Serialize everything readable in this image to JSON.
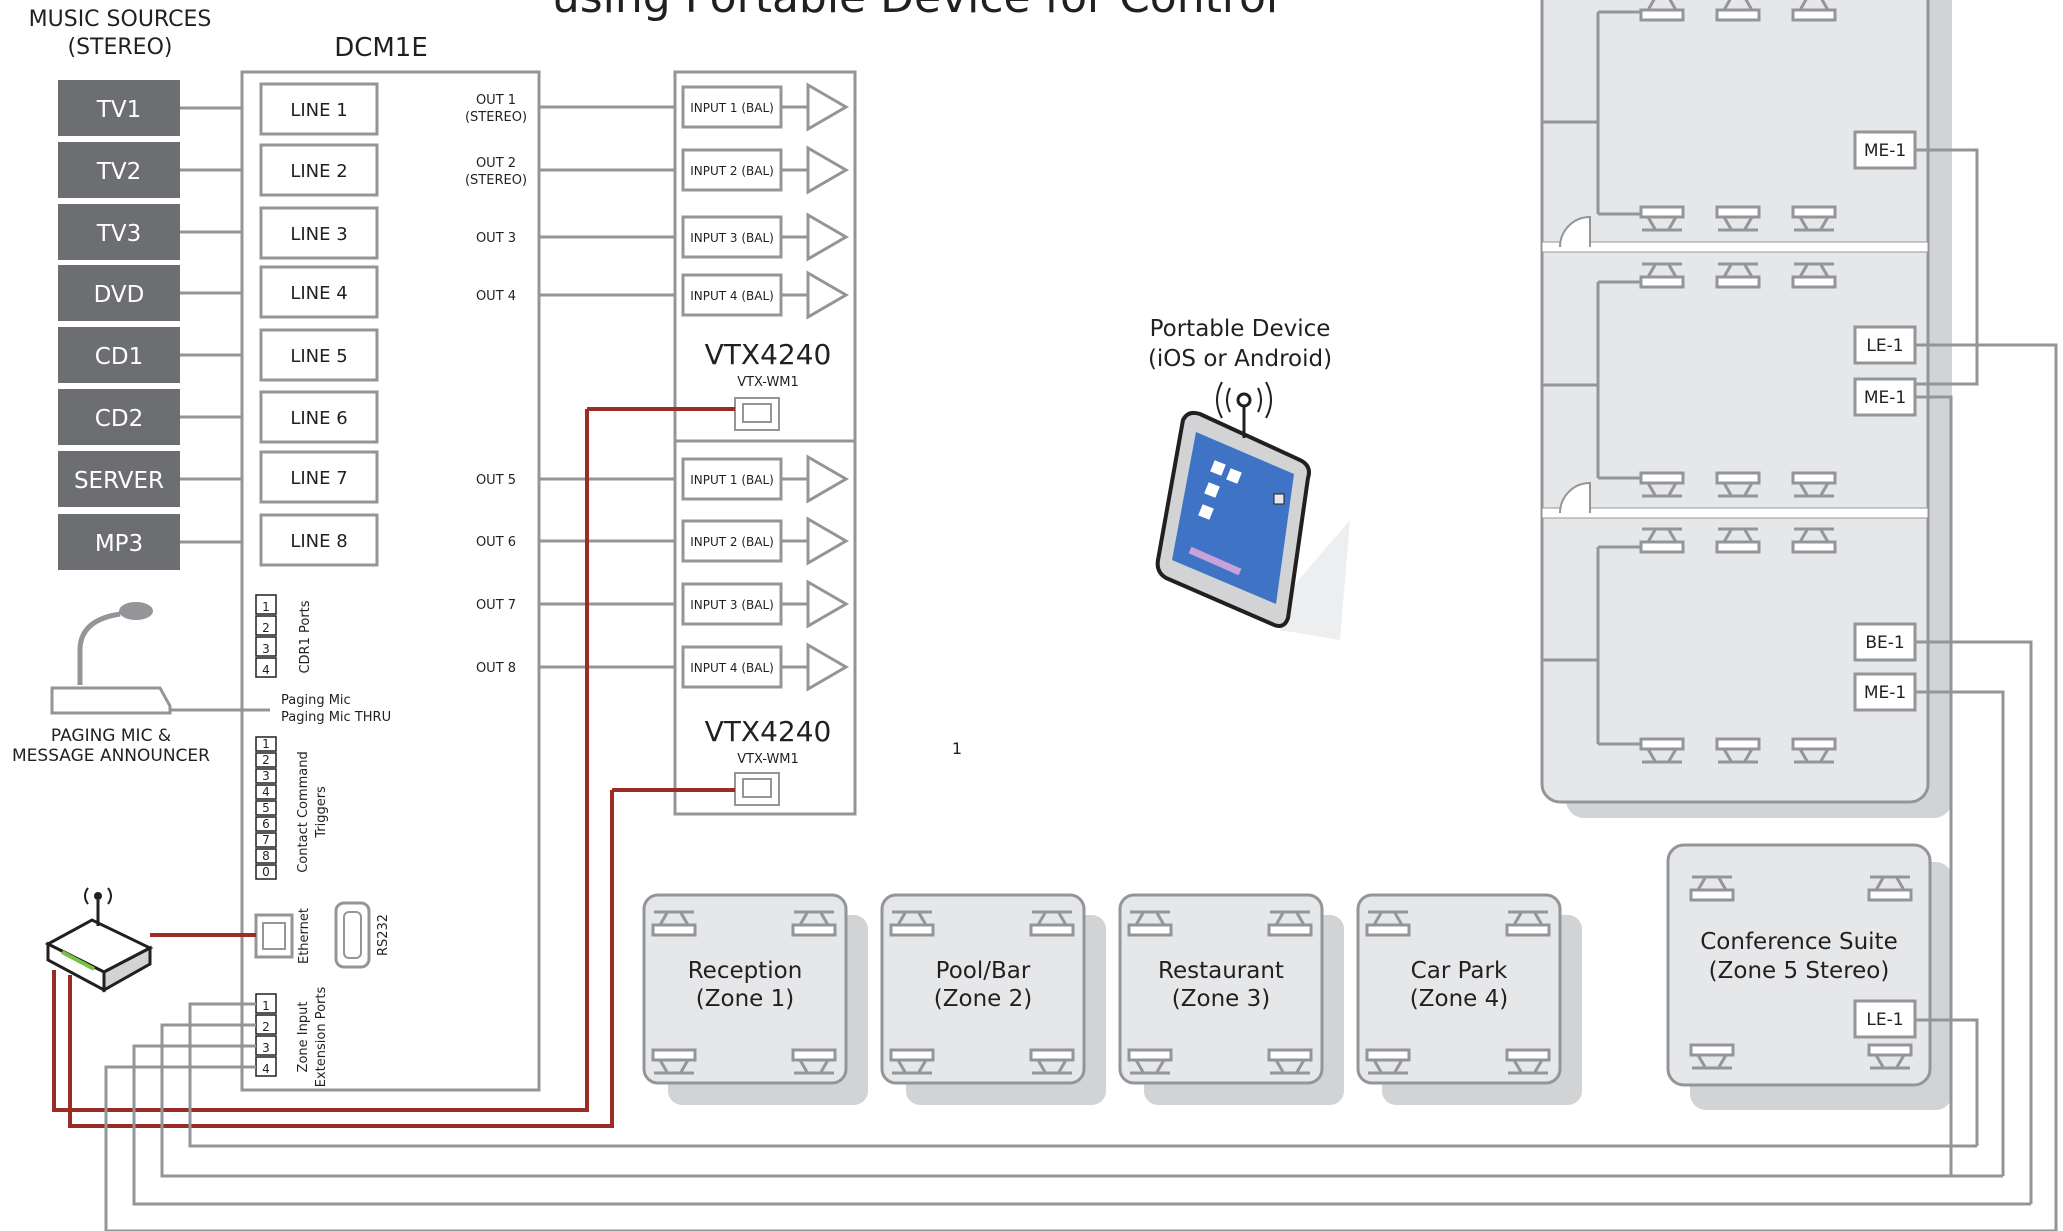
{
  "title": "using Portable Device for Control",
  "music_sources_label": "MUSIC SOURCES",
  "music_sources_sublabel": "(STEREO)",
  "sources": [
    "TV1",
    "TV2",
    "TV3",
    "DVD",
    "CD1",
    "CD2",
    "SERVER",
    "MP3"
  ],
  "dcm": {
    "name": "DCM1E",
    "lines": [
      "LINE 1",
      "LINE 2",
      "LINE 3",
      "LINE 4",
      "LINE 5",
      "LINE 6",
      "LINE 7",
      "LINE 8"
    ],
    "outputs": [
      [
        "OUT 1",
        "(STEREO)"
      ],
      [
        "OUT 2",
        "(STEREO)"
      ],
      [
        "OUT 3"
      ],
      [
        "OUT 4"
      ],
      [
        "OUT 5"
      ],
      [
        "OUT 6"
      ],
      [
        "OUT 7"
      ],
      [
        "OUT 8"
      ]
    ],
    "cdr1_ports_label": "CDR1 Ports",
    "cdr1_ports": [
      "1",
      "2",
      "3",
      "4"
    ],
    "paging_mic_label": "Paging Mic",
    "paging_mic_thru_label": "Paging Mic THRU",
    "contact_triggers_label": [
      "Contact Command",
      "Triggers"
    ],
    "contact_triggers": [
      "1",
      "2",
      "3",
      "4",
      "5",
      "6",
      "7",
      "8",
      "0"
    ],
    "ethernet_label": "Ethernet",
    "rs232_label": "RS232",
    "zone_input_label": [
      "Zone Input",
      "Extension Ports"
    ],
    "zone_inputs": [
      "1",
      "2",
      "3",
      "4"
    ]
  },
  "paging_mic_caption": [
    "PAGING MIC &",
    "MESSAGE ANNOUNCER"
  ],
  "amplifiers": [
    {
      "name": "VTX4240",
      "module": "VTX-WM1",
      "inputs": [
        "INPUT 1 (BAL)",
        "INPUT 2 (BAL)",
        "INPUT 3 (BAL)",
        "INPUT 4 (BAL)"
      ]
    },
    {
      "name": "VTX4240",
      "module": "VTX-WM1",
      "inputs": [
        "INPUT 1 (BAL)",
        "INPUT 2 (BAL)",
        "INPUT 3 (BAL)",
        "INPUT 4 (BAL)"
      ]
    }
  ],
  "portable_device": [
    "Portable Device",
    "(iOS or Android)"
  ],
  "stray_number": "1",
  "zones": [
    [
      "Reception",
      "(Zone 1)"
    ],
    [
      "Pool/Bar",
      "(Zone 2)"
    ],
    [
      "Restaurant",
      "(Zone 3)"
    ],
    [
      "Car Park",
      "(Zone 4)"
    ]
  ],
  "conference": [
    "Conference Suite",
    "(Zone 5 Stereo)"
  ],
  "conference_panel": "LE-1",
  "room_panels": [
    "ME-1",
    "LE-1",
    "ME-1",
    "BE-1",
    "ME-1"
  ],
  "colors": {
    "source_fill": "#6d6e71",
    "line": "#939598",
    "network_cable": "#9b2d24",
    "zone_fill": "#e6e7e8",
    "zone_shadow": "#d1d3d4",
    "screen_blue": "#3f73c6"
  }
}
